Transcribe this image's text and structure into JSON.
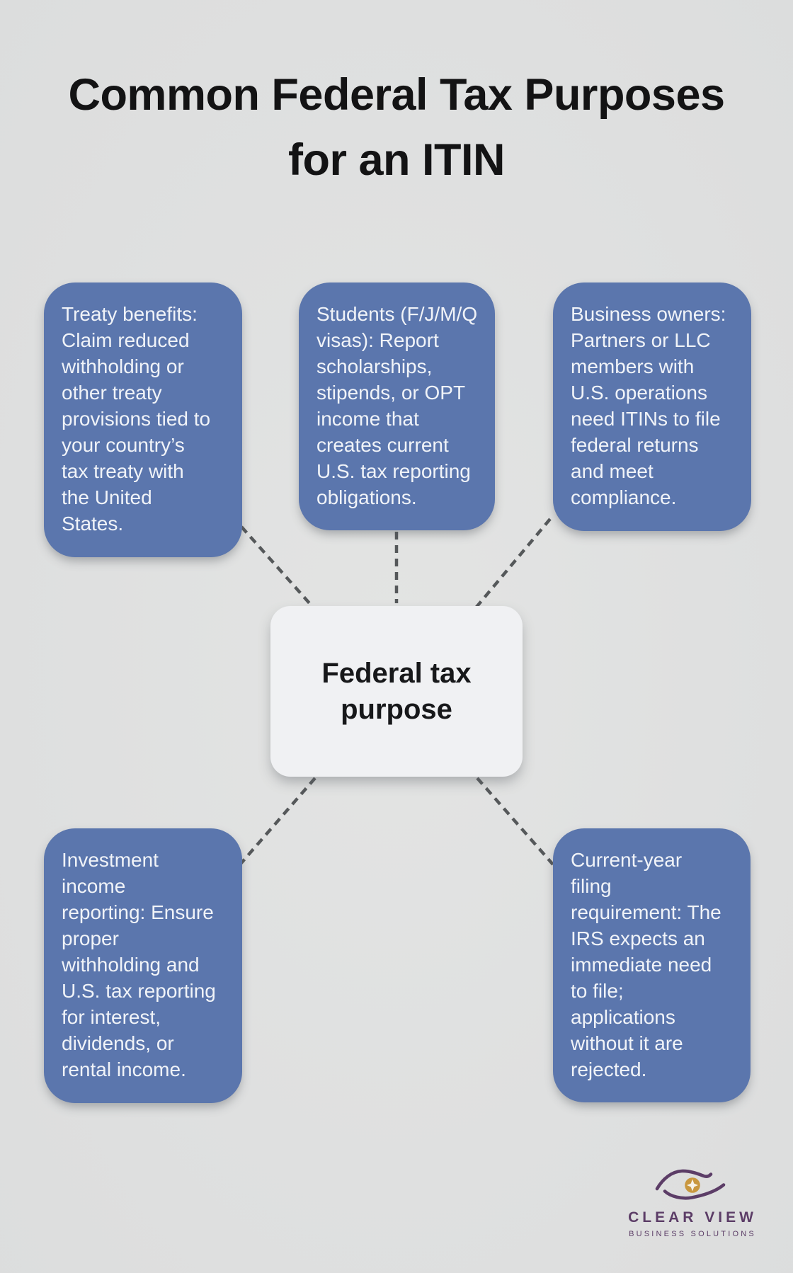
{
  "page": {
    "background_color": "#dfe0e0",
    "title": {
      "text": "Common Federal Tax Purposes for an ITIN",
      "lines": [
        "Common Federal Tax Purposes",
        "for an ITIN"
      ]
    }
  },
  "diagram": {
    "center_node": {
      "label": "Federal tax purpose",
      "lines": [
        "Federal tax",
        "purpose"
      ],
      "bg_color": "#f0f1f3",
      "text_color": "#17181a"
    },
    "node_color": "#5b76ad",
    "node_text_color": "#f0f3f8",
    "connector_color": "#55585a",
    "connector_style": "dashed",
    "nodes": [
      {
        "id": "treaty-benefits",
        "position": "top-left",
        "text": "Treaty benefits: Claim reduced withholding or other treaty provisions tied to your country’s tax treaty with the United States.",
        "lines": [
          "Treaty benefits:",
          "Claim reduced",
          "withholding or",
          "other treaty",
          "provisions tied to",
          "your country’s",
          "tax treaty with",
          "the United",
          "States."
        ]
      },
      {
        "id": "students",
        "position": "top-center",
        "text": "Students (F/J/M/Q visas): Report scholarships, stipends, or OPT income that creates current U.S. tax reporting obligations.",
        "lines": [
          "Students (F/J/M/Q",
          "visas): Report",
          "scholarships,",
          "stipends, or OPT",
          "income that",
          "creates current",
          "U.S. tax reporting",
          "obligations."
        ]
      },
      {
        "id": "business-owners",
        "position": "top-right",
        "text": "Business owners: Partners or LLC members with U.S. operations need ITINs to file federal returns and meet compliance.",
        "lines": [
          "Business owners:",
          "Partners or LLC",
          "members with",
          "U.S. operations",
          "need ITINs to file",
          "federal returns",
          "and meet",
          "compliance."
        ]
      },
      {
        "id": "investment-income",
        "position": "bottom-left",
        "text": "Investment income reporting: Ensure proper withholding and U.S. tax reporting for interest, dividends, or rental income.",
        "lines": [
          "Investment",
          "income",
          "reporting: Ensure",
          "proper",
          "withholding and",
          "U.S. tax reporting",
          "for interest,",
          "dividends, or",
          "rental income."
        ]
      },
      {
        "id": "current-year-filing",
        "position": "bottom-right",
        "text": "Current-year filing requirement: The IRS expects an immediate need to file; applications without it are rejected.",
        "lines": [
          "Current-year",
          "filing",
          "requirement: The",
          "IRS expects an",
          "immediate need",
          "to file;",
          "applications",
          "without it are",
          "rejected."
        ]
      }
    ]
  },
  "logo": {
    "brand": "CLEAR VIEW",
    "tagline": "BUSINESS SOLUTIONS",
    "icon": "eye-sparkle-icon",
    "purple_color": "#5c3d67",
    "gold_color": "#c9973f"
  }
}
